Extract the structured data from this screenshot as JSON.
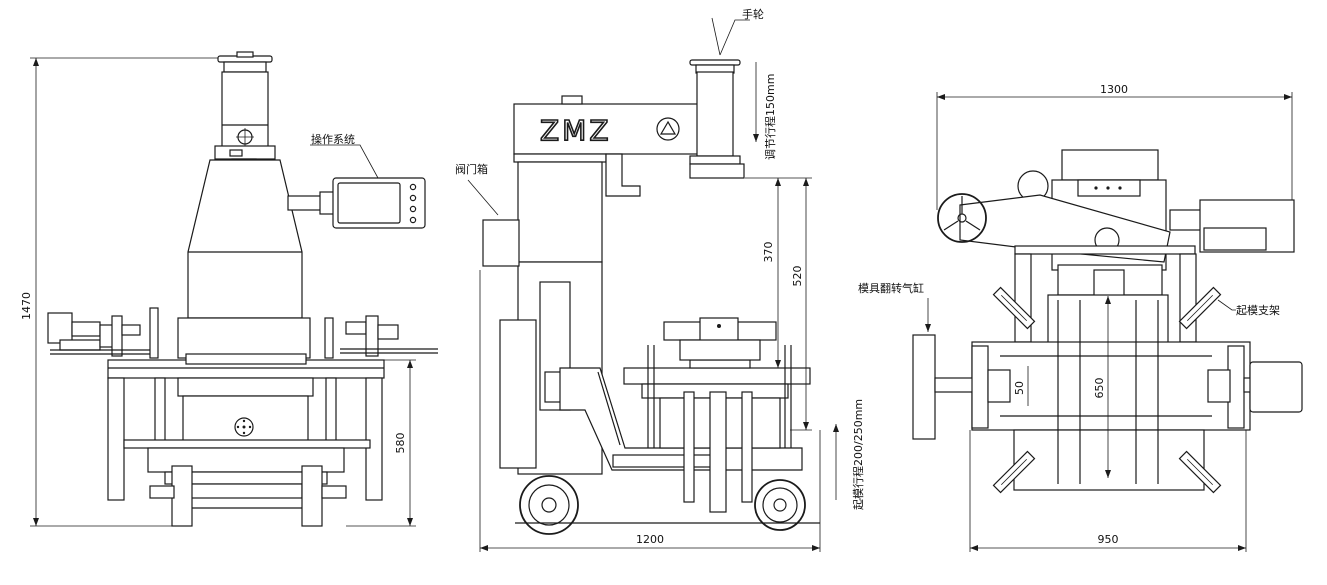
{
  "brand": {
    "logo_text": "ZMZ"
  },
  "labels": {
    "operation_system": "操作系统",
    "valve_box": "阀门箱",
    "handwheel": "手轮",
    "adjust_stroke": "调节行程150mm",
    "lift_stroke": "起模行程200/250mm",
    "mold_flip_cylinder": "模具翻转气缸",
    "lift_bracket": "起模支架"
  },
  "dimensions": {
    "front_height": "1470",
    "front_table_height": "580",
    "side_width": "1200",
    "side_370": "370",
    "side_520": "520",
    "top_width": "1300",
    "top_base": "950",
    "top_650": "650",
    "top_50": "50"
  }
}
